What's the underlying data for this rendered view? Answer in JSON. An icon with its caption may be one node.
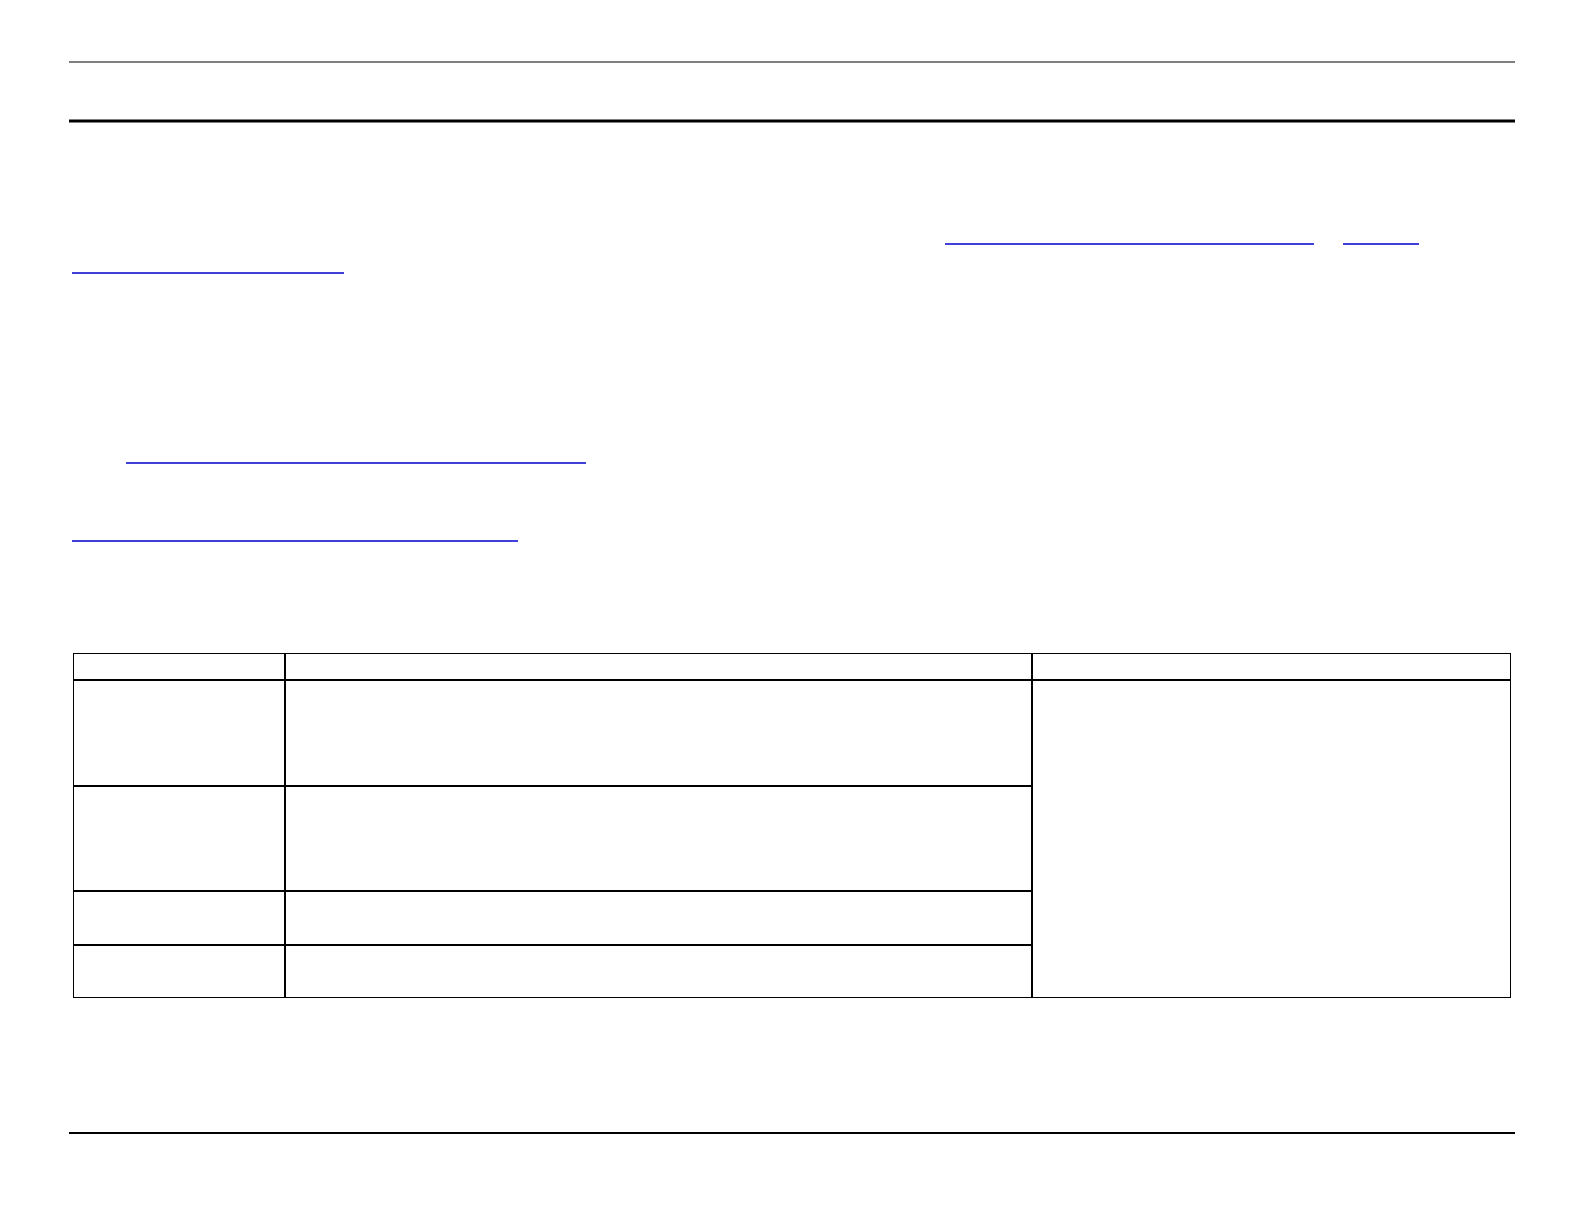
{
  "diagram": {
    "nodes": [
      {
        "text": [],
        "shape": "box"
      },
      {
        "text": [],
        "shape": "box"
      },
      {
        "text": [],
        "shape": "box"
      },
      {
        "text": [],
        "shape": "box"
      },
      {
        "text": [],
        "shape": "box"
      },
      {
        "text": [],
        "shape": "box"
      },
      {
        "text": [],
        "shape": "box"
      },
      {
        "text": [],
        "shape": "box"
      },
      {
        "text": [],
        "shape": "box"
      },
      {
        "text": [],
        "shape": "box"
      },
      {
        "text": [],
        "shape": "box"
      },
      {
        "text": [],
        "shape": "box"
      }
    ]
  }
}
